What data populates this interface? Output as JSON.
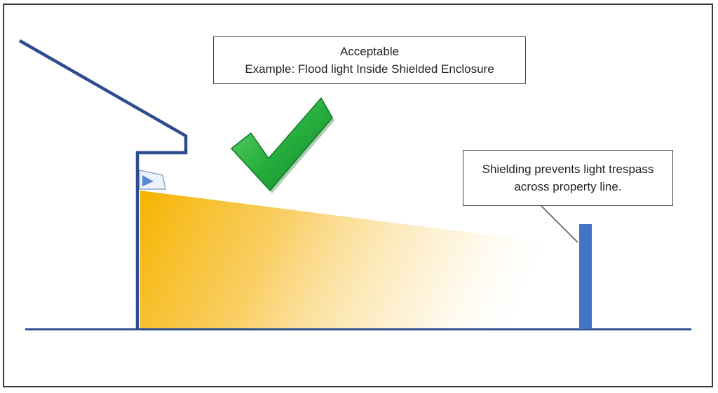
{
  "diagram": {
    "top_callout": {
      "line1": "Acceptable",
      "line2": "Example: Flood light Inside Shielded Enclosure"
    },
    "right_callout": {
      "line1": "Shielding prevents light trespass",
      "line2": "across property line."
    },
    "icons": {
      "checkmark": "checkmark-icon",
      "fixture": "flood-light-enclosure-icon"
    },
    "colors": {
      "structure": "#2e4d8f",
      "property_post": "#4472c4",
      "light_beam": "#f5b800",
      "checkmark": "#22a63a",
      "frame": "#3c3c3c"
    }
  }
}
